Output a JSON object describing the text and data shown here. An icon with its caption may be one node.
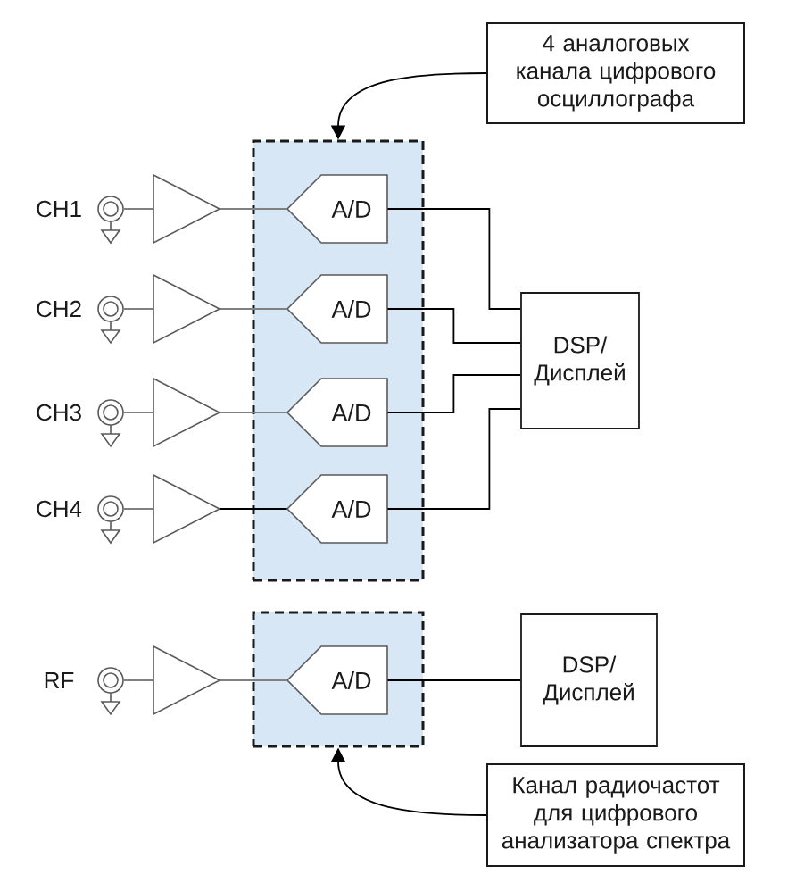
{
  "diagram": {
    "nodes": [
      {
        "text": [
          "4 аналоговых канала цифрового осциллографа"
        ]
      },
      {
        "text": [],
        "shape": "box"
      },
      {
        "text": [],
        "shape": "circle",
        "beside": [
          "CH1"
        ]
      },
      {
        "text": [],
        "shape": "triangle"
      },
      {
        "text": [
          "A/D"
        ],
        "in": 1
      },
      {
        "text": [],
        "shape": "circle",
        "beside": [
          "CH2"
        ]
      },
      {
        "text": [],
        "shape": "triangle"
      },
      {
        "text": [
          "A/D"
        ],
        "in": 1
      },
      {
        "text": [
          "DSP/ Дисплей"
        ]
      },
      {
        "text": [],
        "shape": "circle",
        "beside": [
          "CH3"
        ]
      },
      {
        "text": [],
        "shape": "triangle"
      },
      {
        "text": [
          "A/D"
        ],
        "in": 1
      },
      {
        "text": [],
        "shape": "circle",
        "beside": [
          "CH4"
        ]
      },
      {
        "text": [],
        "shape": "triangle"
      },
      {
        "text": [
          "A/D"
        ],
        "in": 1
      },
      {
        "text": [],
        "shape": "box"
      },
      {
        "text": [],
        "shape": "circle",
        "beside": [
          "RF"
        ]
      },
      {
        "text": [],
        "shape": "triangle"
      },
      {
        "text": [
          "A/D"
        ],
        "in": 15
      },
      {
        "text": [
          "DSP/ Дисплей"
        ]
      },
      {
        "text": [
          "Канал радиочастот для цифрового анализатора спектра"
        ]
      }
    ],
    "edges": [
      {
        "from": 0,
        "to": 1,
        "arrow": "to",
        "color": "#000000"
      },
      {
        "from": 2,
        "to": 3,
        "arrow": "none"
      },
      {
        "from": 3,
        "to": 4,
        "arrow": "none"
      },
      {
        "from": 4,
        "to": 8,
        "arrow": "none",
        "color": "#000000"
      },
      {
        "from": 5,
        "to": 6,
        "arrow": "none"
      },
      {
        "from": 6,
        "to": 7,
        "arrow": "none"
      },
      {
        "from": 7,
        "to": 8,
        "arrow": "none",
        "color": "#000000"
      },
      {
        "from": 9,
        "to": 10,
        "arrow": "none"
      },
      {
        "from": 10,
        "to": 11,
        "arrow": "none"
      },
      {
        "from": 11,
        "to": 8,
        "arrow": "none",
        "color": "#000000"
      },
      {
        "from": 12,
        "to": 13,
        "arrow": "none"
      },
      {
        "from": 13,
        "to": 14,
        "arrow": "none",
        "color": "#000000"
      },
      {
        "from": 14,
        "to": 8,
        "arrow": "none",
        "color": "#000000"
      },
      {
        "from": 16,
        "to": 17,
        "arrow": "none"
      },
      {
        "from": 17,
        "to": 18,
        "arrow": "none"
      },
      {
        "from": 18,
        "to": 19,
        "arrow": "none",
        "color": "#000000"
      },
      {
        "from": 20,
        "to": 15,
        "arrow": "to",
        "color": "#000000"
      }
    ]
  }
}
